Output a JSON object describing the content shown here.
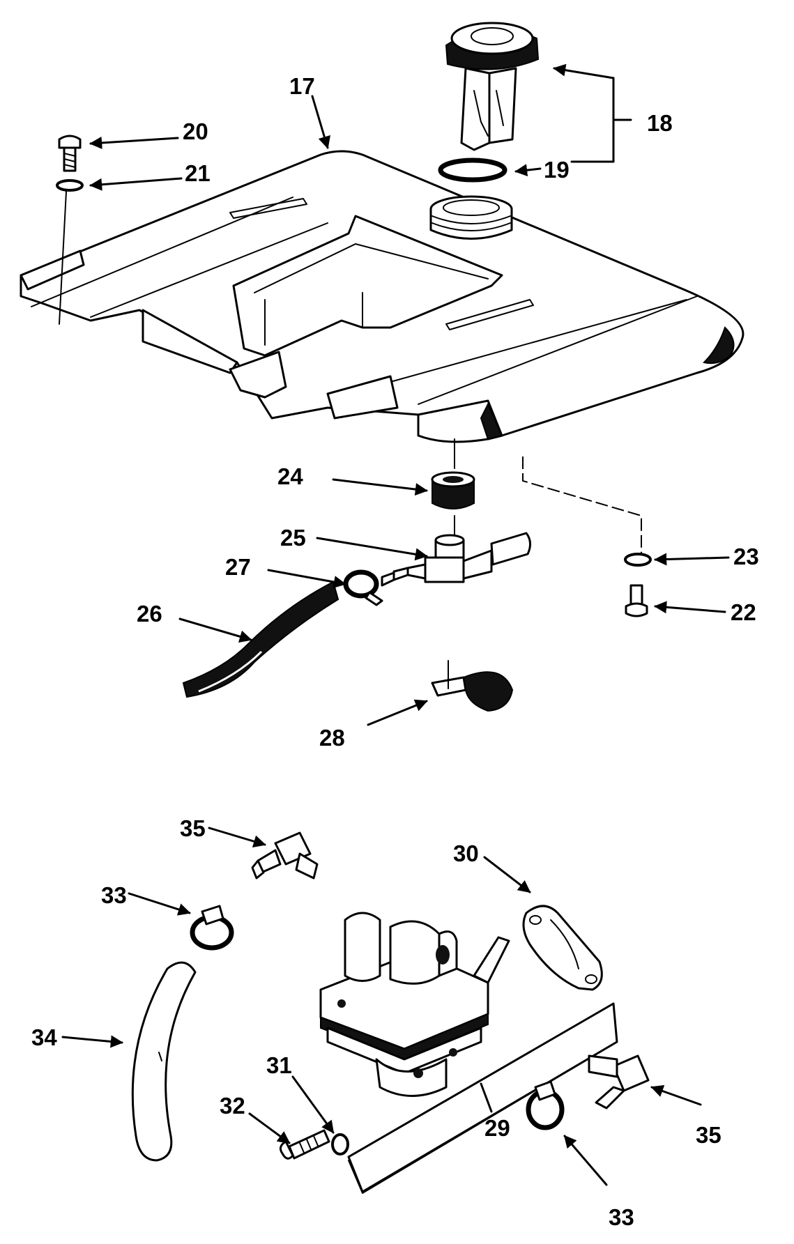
{
  "labels": {
    "l17": "17",
    "l18": "18",
    "l19": "19",
    "l20": "20",
    "l21": "21",
    "l22": "22",
    "l23": "23",
    "l24": "24",
    "l25": "25",
    "l26": "26",
    "l27": "27",
    "l28": "28",
    "l29": "29",
    "l30": "30",
    "l31": "31",
    "l32": "32",
    "l33a": "33",
    "l33b": "33",
    "l34": "34",
    "l35a": "35",
    "l35b": "35"
  },
  "colors": {
    "ink": "#000000",
    "paper": "#ffffff"
  }
}
